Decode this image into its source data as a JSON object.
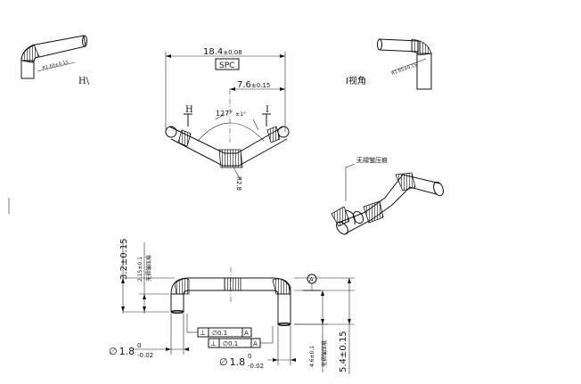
{
  "views": {
    "h_view_label": "H\\",
    "i_view_label": "I视角",
    "h_view_radius": "R1.65±0.15",
    "i_view_radius": "R1.65±0.15"
  },
  "top_view": {
    "width": "18.4",
    "width_tol": "±0.08",
    "spc": "SPC",
    "offset": "7.6",
    "offset_tol": "±0.15",
    "angle": "127°",
    "angle_tol": "±1°",
    "label_h": "H",
    "label_i": "I",
    "bend_radius": "R2.8"
  },
  "iso_view": {
    "note": "无褶皱压痕"
  },
  "front_view": {
    "height": "3.2±0.15",
    "inner_height": "2.15±0.1",
    "inner_note": "无褶皱压痕",
    "dia_left_sym": "∅",
    "dia_left": "1.8",
    "dia_left_up": "0",
    "dia_left_low": "-0.02",
    "dia_right_sym": "∅",
    "dia_right": "1.8",
    "dia_right_up": "0",
    "dia_right_low": "-0.02",
    "datum": "A",
    "fcf1_sym": "⊥",
    "fcf1_tol": "∅0.1",
    "fcf1_datum": "A",
    "fcf2_sym": "⊥",
    "fcf2_tol": "∅0.1",
    "fcf2_datum": "A",
    "leg": "4.6±0.1",
    "leg_note": "无褶皱压痕",
    "total": "5.4±0.15"
  }
}
